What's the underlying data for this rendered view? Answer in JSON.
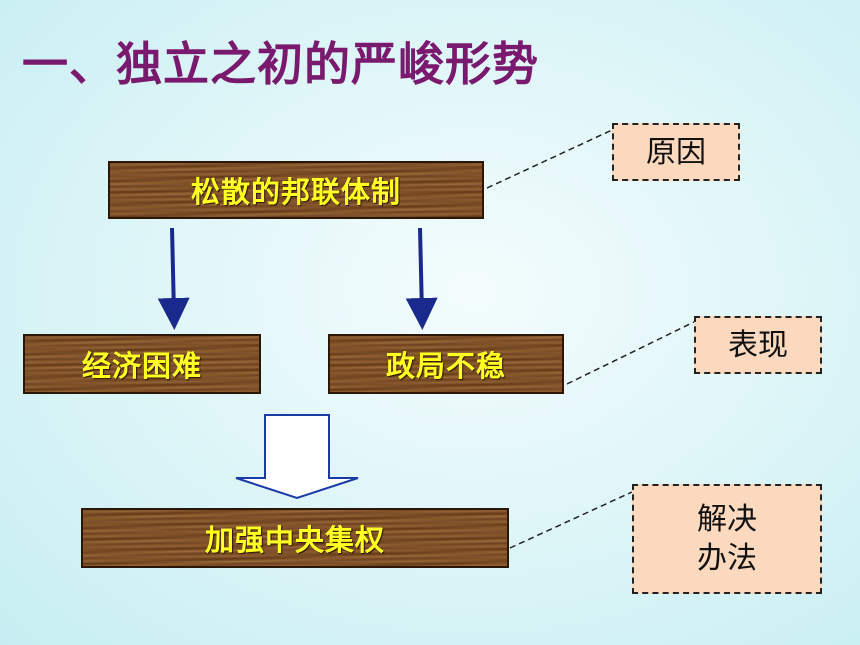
{
  "title": "一、独立之初的严峻形势",
  "boxes": {
    "top": "松散的邦联体制",
    "left": "经济困难",
    "right": "政局不稳",
    "bottom": "加强中央集权"
  },
  "notes": {
    "cause": "原因",
    "manifestation": "表现",
    "solution": "解决\n办法"
  },
  "colors": {
    "title": "#7a1a6e",
    "box_text": "#ffff22",
    "arrow": "#1a2a8c",
    "note_fill": "#fbd9be"
  }
}
